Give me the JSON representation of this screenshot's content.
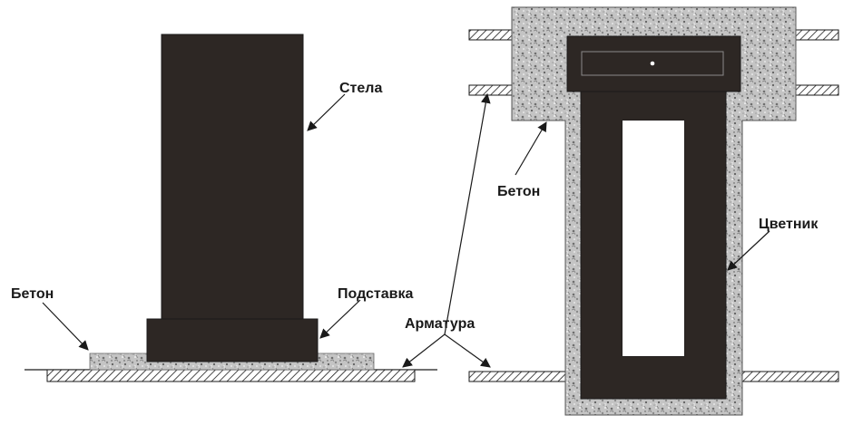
{
  "labels": {
    "stela": "Стела",
    "podstavka": "Подставка",
    "beton_left": "Бетон",
    "armatura": "Арматура",
    "beton_right": "Бетон",
    "tsvetnik": "Цветник"
  },
  "colors": {
    "granite": "#2d2724",
    "concrete": "#bdbdbd",
    "line": "#1a1a1a",
    "background": "#ffffff"
  }
}
